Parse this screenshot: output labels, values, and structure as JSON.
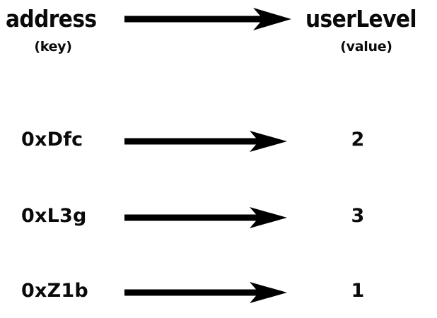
{
  "diagram": {
    "type": "key-value-mapping",
    "background_color": "#ffffff",
    "ink_color": "#000000",
    "header": {
      "key_title": "address",
      "key_subtitle": "(key)",
      "value_title": "userLevel",
      "value_subtitle": "(value)",
      "arrow": "right-arrow"
    },
    "columns": {
      "key_header": "address",
      "value_header": "userLevel"
    },
    "rows": [
      {
        "key": "0xDfc",
        "value": "2",
        "arrow": "right-arrow"
      },
      {
        "key": "0xL3g",
        "value": "3",
        "arrow": "right-arrow"
      },
      {
        "key": "0xZ1b",
        "value": "1",
        "arrow": "right-arrow"
      }
    ]
  }
}
